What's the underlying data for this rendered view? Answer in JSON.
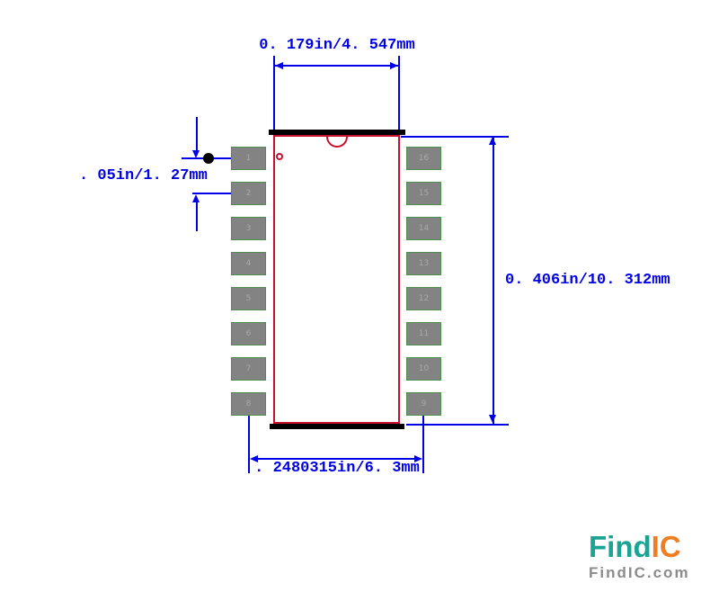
{
  "dimensions": {
    "top_label": "0. 179in/4. 547mm",
    "pitch_label": ". 05in/1. 27mm",
    "height_label": "0. 406in/10. 312mm",
    "bottom_label": ". 2480315in/6. 3mm"
  },
  "package": {
    "left_pins": [
      "1",
      "2",
      "3",
      "4",
      "5",
      "6",
      "7",
      "8"
    ],
    "right_pins": [
      "16",
      "15",
      "14",
      "13",
      "12",
      "11",
      "10",
      "9"
    ]
  },
  "branding": {
    "logo_primary": "Find",
    "logo_secondary": "IC",
    "site_name": "FindIC.com"
  },
  "colors": {
    "dimension_blue": "#0000e6",
    "outline_red": "#c8102e",
    "pad_gray": "#838383",
    "pad_border_green": "#4e8e4e",
    "pin_number_gray": "#a9a9a9",
    "logo_teal": "#1ba393",
    "logo_orange": "#ef7d22",
    "logo_site_gray": "#8b8b8b"
  }
}
